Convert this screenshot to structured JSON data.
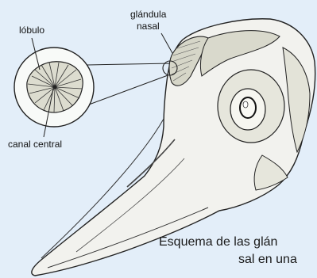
{
  "diagram": {
    "labels": {
      "lobulo": "lóbulo",
      "glandula_nasal_1": "glándula",
      "glandula_nasal_2": "nasal",
      "canal_central": "canal central"
    },
    "caption": {
      "line1": "Esquema de las glán",
      "line2": "sal en una"
    },
    "colors": {
      "background": "#e3eef9",
      "skull_fill": "#f2f2ee",
      "ink": "#222222"
    }
  }
}
